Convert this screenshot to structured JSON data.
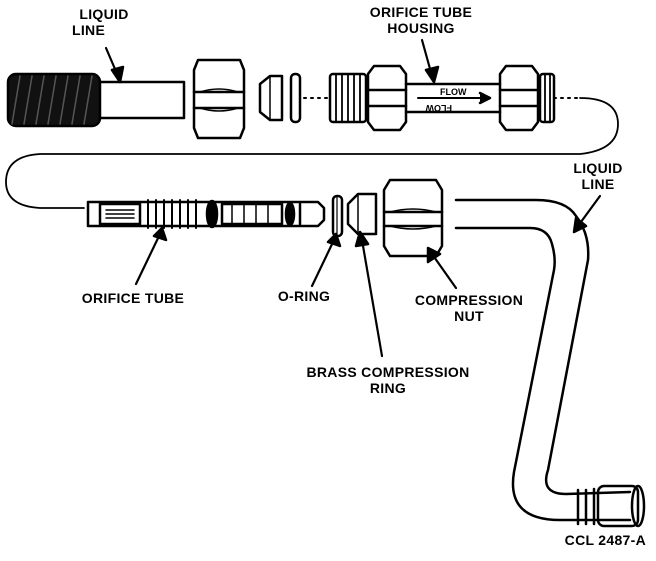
{
  "labels": {
    "liquid_line_top": {
      "line1": "LIQUID",
      "line2": "LINE"
    },
    "orifice_tube_housing": {
      "line1": "ORIFICE TUBE",
      "line2": "HOUSING"
    },
    "liquid_line_right": {
      "line1": "LIQUID",
      "line2": "LINE"
    },
    "orifice_tube": "ORIFICE TUBE",
    "o_ring": "O-RING",
    "compression_nut": {
      "line1": "COMPRESSION",
      "line2": "NUT"
    },
    "brass_compression_ring": {
      "line1": "BRASS COMPRESSION",
      "line2": "RING"
    },
    "flow_upper": "FLOW",
    "flow_lower": "FLOW",
    "figure_code": "CCL 2487-A"
  },
  "colors": {
    "ink": "#000000",
    "paper": "#ffffff"
  }
}
